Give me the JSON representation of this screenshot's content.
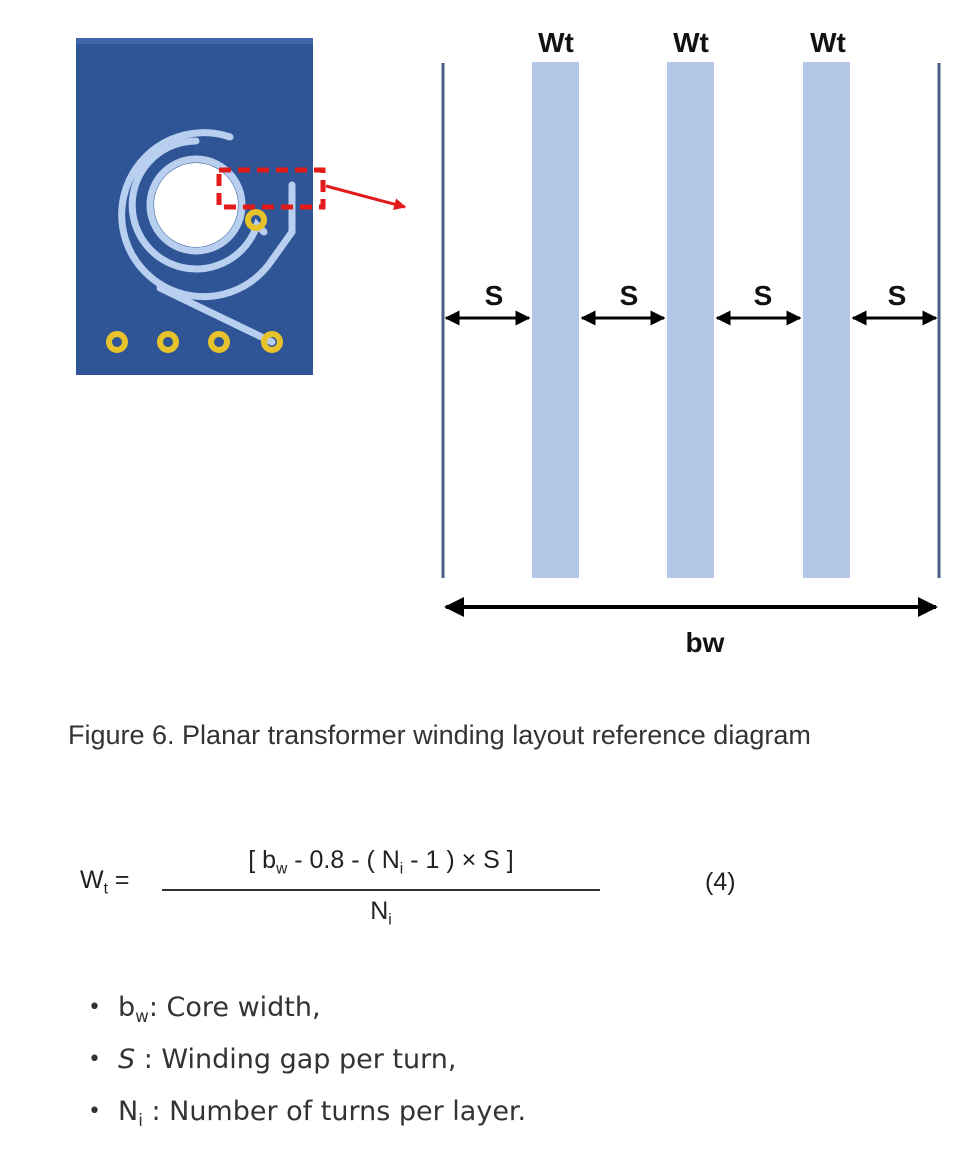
{
  "diagram": {
    "width_label": "Wt",
    "gap_label": "S",
    "core_width_label": "bw",
    "colors": {
      "pcb_board": "#2f5596",
      "pcb_trace": "#b8cff0",
      "via_pad": "#e8c22a",
      "callout": "#e31a1a",
      "winding_strip": "#b4c7e7",
      "boundary_line": "#4a5f86",
      "dimension_arrow": "#000000"
    }
  },
  "caption": "Figure 6. Planar transformer winding layout reference diagram",
  "formula": {
    "lhs_symbol": "W",
    "lhs_subscript": "t",
    "equals": "=",
    "numerator_open": "[ b",
    "numerator_bw_sub": "w",
    "numerator_middle": " - 0.8 - ( N",
    "numerator_ni_sub": "i",
    "numerator_close": " - 1 ) × S ]",
    "denominator_symbol": "N",
    "denominator_subscript": "i",
    "equation_number": "(4)"
  },
  "definitions": [
    {
      "symbol": "b",
      "subscript": "w",
      "text": ": Core width,"
    },
    {
      "symbol": "S",
      "subscript": "",
      "text": " : Winding gap per turn,"
    },
    {
      "symbol": "N",
      "subscript": "i",
      "text": " : Number of turns per layer."
    }
  ]
}
